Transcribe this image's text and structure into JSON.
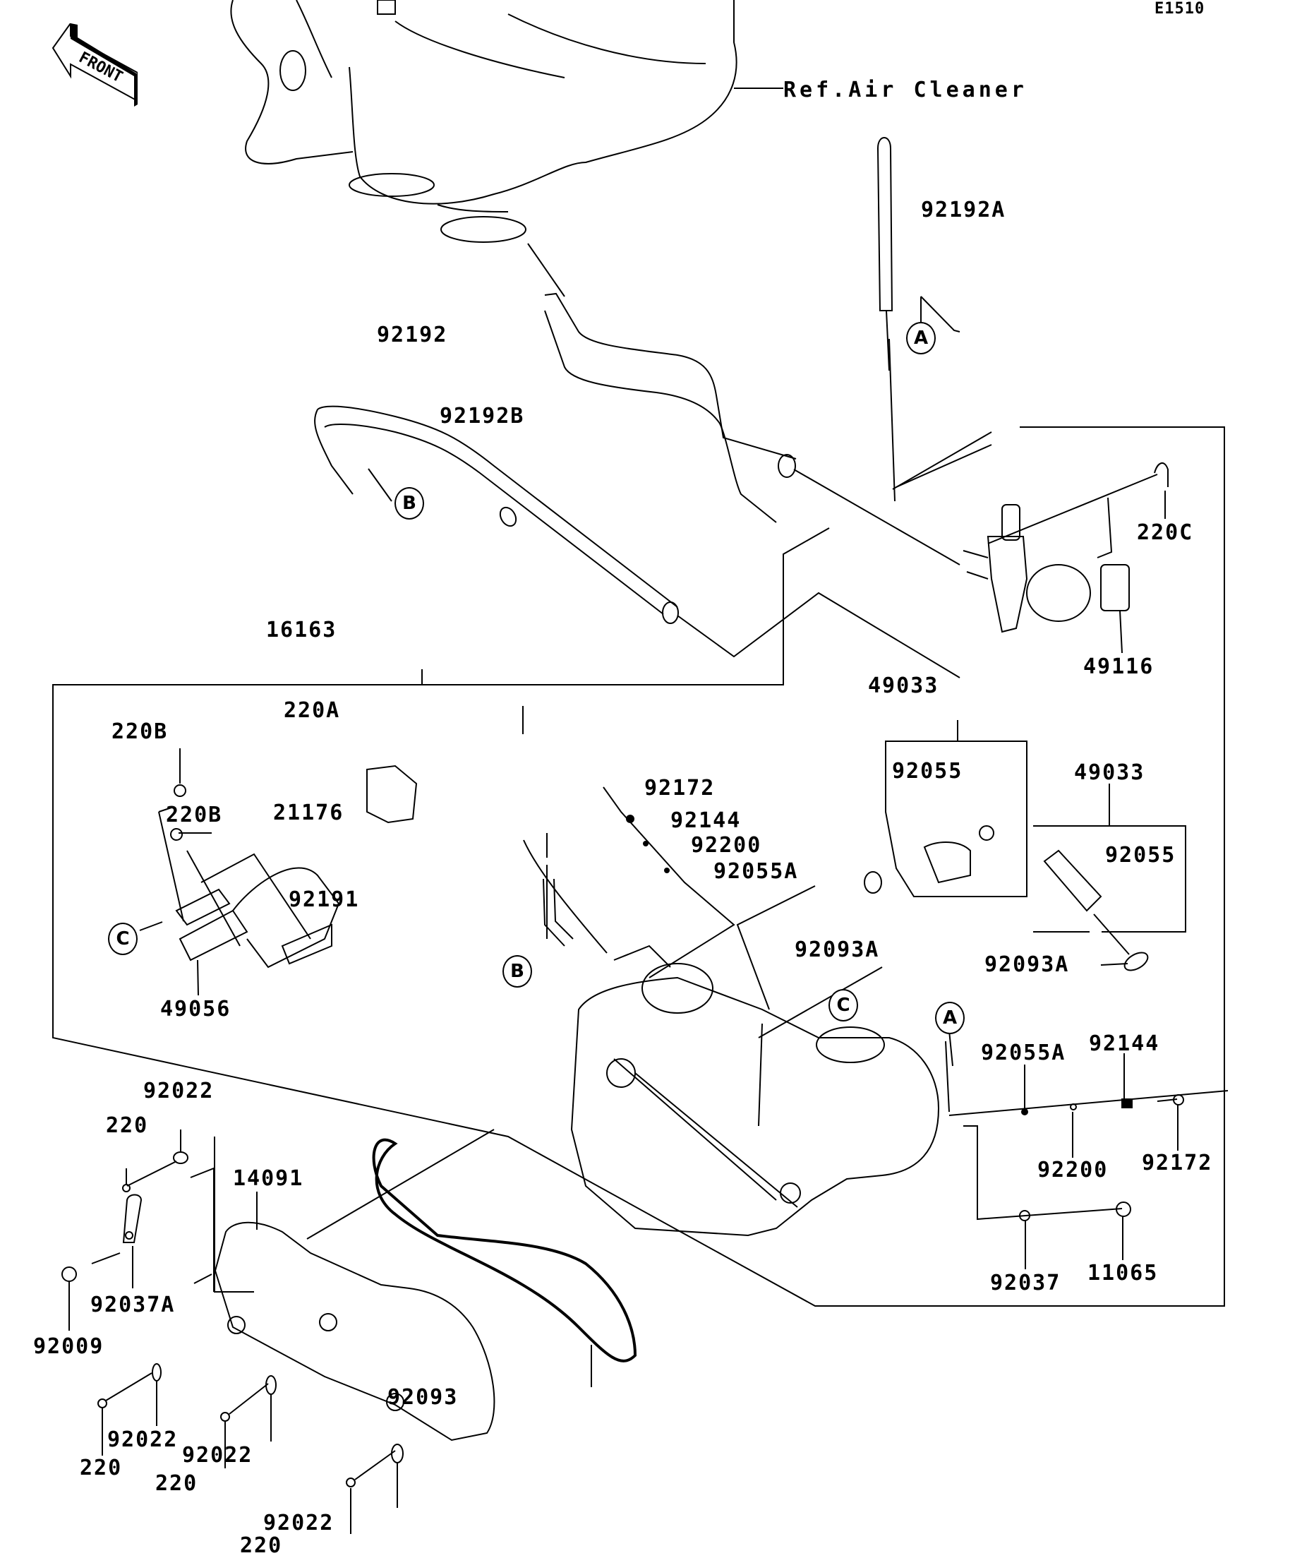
{
  "diagram": {
    "code": "E1510",
    "front_label": "FRONT",
    "reference": "Ref.Air Cleaner",
    "part_labels": {
      "p92192A": "92192A",
      "p92192": "92192",
      "p92192B": "92192B",
      "p220C": "220C",
      "p49116": "49116",
      "p16163": "16163",
      "p220A": "220A",
      "p220B_1": "220B",
      "p220B_2": "220B",
      "p21176": "21176",
      "p92191": "92191",
      "p92172_1": "92172",
      "p92144_1": "92144",
      "p92200_1": "92200",
      "p92055A_1": "92055A",
      "p49033_1": "49033",
      "p92055_1": "92055",
      "p49033_2": "49033",
      "p92055_2": "92055",
      "p92093A_1": "92093A",
      "p92093A_2": "92093A",
      "p49056": "49056",
      "p92055A_2": "92055A",
      "p92144_2": "92144",
      "p92200_2": "92200",
      "p92172_2": "92172",
      "p92037": "92037",
      "p11065": "11065",
      "p92022_top": "92022",
      "p220_top": "220",
      "p14091": "14091",
      "p92037A": "92037A",
      "p92009": "92009",
      "p220_a": "220",
      "p92022_a": "92022",
      "p220_b": "220",
      "p92022_b": "92022",
      "p220_c": "220",
      "p92022_c": "92022",
      "p92093": "92093"
    },
    "callouts": {
      "A_top": "A",
      "B_top": "B",
      "C_left": "C",
      "B_mid": "B",
      "C_right": "C",
      "A_right": "A"
    }
  }
}
